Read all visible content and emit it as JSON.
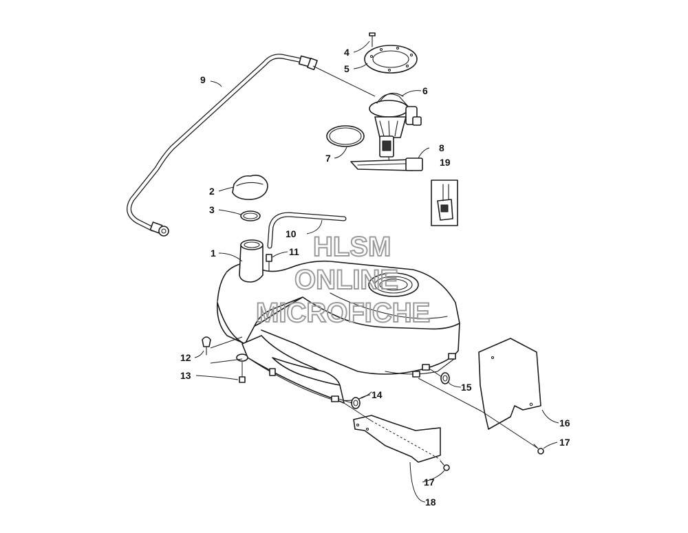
{
  "diagram": {
    "callouts": [
      "1",
      "2",
      "3",
      "4",
      "5",
      "6",
      "7",
      "8",
      "9",
      "10",
      "11",
      "12",
      "13",
      "14",
      "15",
      "16",
      "17",
      "17",
      "18",
      "19"
    ]
  },
  "watermark": {
    "line1": "HLSM",
    "line2": "ONLINE",
    "line3": "MICROFICHE"
  }
}
